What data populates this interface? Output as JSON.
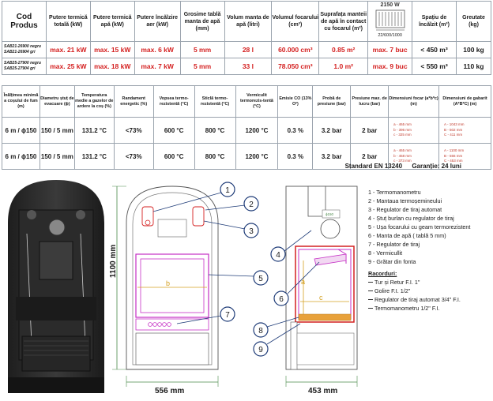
{
  "table1": {
    "headers": [
      "Cod Produs",
      "Putere termică totală (kW)",
      "Putere termică apă (kW)",
      "Putere încălzire aer (kW)",
      "Grosime tablă manta de apă (mm)",
      "Volum manta de apă (litri)",
      "Volumul focarului (cm³)",
      "Suprafața manteii de apă în contact cu focarul (m²)",
      "2150 W",
      "Spațiu de încălzit (m³)",
      "Greutate (kg)"
    ],
    "thumb_caption": "22/600/1000",
    "rows": [
      {
        "code": "SAB21-26900 negru\nSAB21-26904 gri",
        "total": "max. 21 kW",
        "water": "max. 15 kW",
        "air": "max. 6 kW",
        "thickness": "5 mm",
        "volume": "28 l",
        "firebox": "60.000 cm³",
        "surface": "0.85 m²",
        "elements": "max. 7 buc",
        "space": "< 450 m³",
        "weight": "100 kg"
      },
      {
        "code": "SAB25-27900 negru\nSAB25-27904 gri",
        "total": "max. 25 kW",
        "water": "max. 18 kW",
        "air": "max. 7 kW",
        "thickness": "5 mm",
        "volume": "33 l",
        "firebox": "78.050 cm³",
        "surface": "1.0 m²",
        "elements": "max. 9 buc",
        "space": "< 550 m³",
        "weight": "110 kg"
      }
    ]
  },
  "table2": {
    "headers": [
      "Înălțimea minimă a coșului de fum (m)",
      "Diametru ștuț de evacuare (ϕ)",
      "Temperatura medie a gazelor de ardere la coș (%)",
      "Randament energetic (%)",
      "Vopsea termo-rezistentă (°C)",
      "Sticlă termo-rezistentă (°C)",
      "Vermiculit termorezis-tentă (°C)",
      "Emisie CO (13% O²)",
      "Probă de presiune (bar)",
      "Presiune max. de lucru (bar)",
      "Dimensiuni focar (a*b*c) (m)",
      "Dimensiuni de gabarit (A*B*C) (m)"
    ],
    "rows": [
      {
        "chimney": "6 m / ϕ150",
        "diameter": "150 / 5 mm",
        "gas_temp": "131.2 °C",
        "efficiency": "<73%",
        "paint": "600 °C",
        "glass": "800 °C",
        "vermiculite": "1200 °C",
        "co": "0.3 %",
        "test_pressure": "3.2 bar",
        "max_pressure": "2 bar",
        "focar": [
          "a - 465 mm",
          "b - 396 mm",
          "c - 325 mm"
        ],
        "gabarit": [
          "A - 1043 mm",
          "B - 502 mm",
          "C - 411 mm"
        ]
      },
      {
        "chimney": "6 m / ϕ150",
        "diameter": "150 / 5 mm",
        "gas_temp": "131.2 °C",
        "efficiency": "<73%",
        "paint": "600 °C",
        "glass": "800 °C",
        "vermiculite": "1200 °C",
        "co": "0.3 %",
        "test_pressure": "3.2 bar",
        "max_pressure": "2 bar",
        "focar": [
          "a - 465 mm",
          "b - 458 mm",
          "c - 373 mm"
        ],
        "gabarit": [
          "A - 1100 mm",
          "B - 556 mm",
          "C - 453 mm"
        ]
      }
    ]
  },
  "standard": "Standard EN 13240",
  "warranty": "Garanție: 24 luni",
  "diagram": {
    "height_label": "1100 mm",
    "width_label": "556 mm",
    "depth_label": "453 mm",
    "callouts": [
      "1",
      "2",
      "3",
      "4",
      "5",
      "6",
      "7",
      "8",
      "9"
    ],
    "dim_a": "a",
    "dim_b": "b",
    "dim_c": "c",
    "pipe_label": "ϕ150"
  },
  "legend": {
    "items": [
      "1 - Termomanometru",
      "2 - Mantaua termoșemineului",
      "3 - Regulator de tiraj automat",
      "4 - Ștuț burlan cu regulator de tiraj",
      "5 - Ușa focarului cu geam termorezistent",
      "6 - Manta de apă ( tablă 5 mm)",
      "7 - Regulator de tiraj",
      "8 - Vermicullit",
      "9 - Grătar din fonta"
    ],
    "connections_title": "Racorduri:",
    "connections": [
      "Tur și Retur F.I. 1\"",
      "Golire F.I. 1/2\"",
      "Regulator de tiraj automat 3/4\" F.I.",
      "Termomanometru 1/2\" F.I."
    ]
  },
  "colors": {
    "red": "#d42020",
    "magenta": "#d43bd9",
    "orange": "#e8a13a",
    "navy": "#1f3c78",
    "dimgreen": "#4a8a4a"
  }
}
